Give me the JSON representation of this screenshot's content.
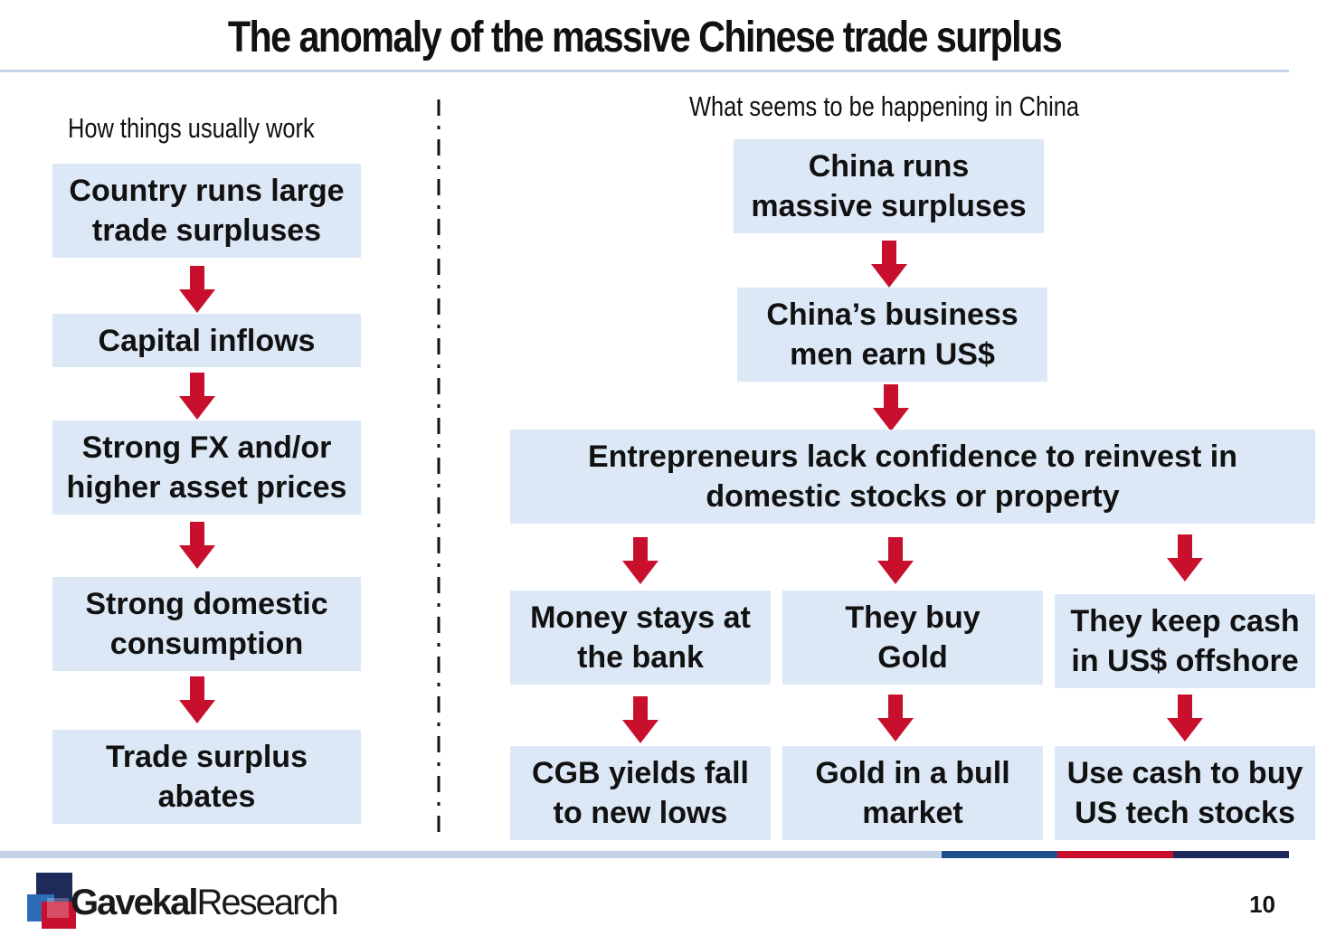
{
  "title": "The anomaly of the massive Chinese trade surplus",
  "left": {
    "heading": "How things usually work",
    "steps": [
      {
        "line1": "Country runs large",
        "line2": "trade surpluses"
      },
      {
        "line1": "Capital inflows",
        "line2": ""
      },
      {
        "line1": "Strong FX and/or",
        "line2": "higher asset prices"
      },
      {
        "line1": "Strong domestic",
        "line2": "consumption"
      },
      {
        "line1": "Trade surplus",
        "line2": "abates"
      }
    ]
  },
  "right": {
    "heading": "What seems to be happening in China",
    "top": [
      {
        "line1": "China runs",
        "line2": "massive surpluses"
      },
      {
        "line1": "China’s business",
        "line2": "men earn US$"
      },
      {
        "line1": "Entrepreneurs lack confidence to reinvest in",
        "line2": "domestic stocks or property"
      }
    ],
    "branches": [
      {
        "upper": {
          "line1": "Money stays at",
          "line2": "the bank"
        },
        "lower": {
          "line1": "CGB yields fall",
          "line2": "to new lows"
        }
      },
      {
        "upper": {
          "line1": "They buy",
          "line2": "Gold"
        },
        "lower": {
          "line1": "Gold in a bull",
          "line2": "market"
        }
      },
      {
        "upper": {
          "line1": "They keep cash",
          "line2": "in US$ offshore"
        },
        "lower": {
          "line1": "Use cash to buy",
          "line2": "US tech stocks"
        }
      }
    ]
  },
  "colors": {
    "box_fill": "#dce8f5",
    "arrow": "#c8102e",
    "rule": "#c4d4e6",
    "brand_blue": "#1f4e8c",
    "brand_red": "#c8102e",
    "brand_navy": "#1e2a5a"
  },
  "footer": {
    "brand_bold": "Gavekal",
    "brand_regular": "Research",
    "page_number": "10"
  }
}
